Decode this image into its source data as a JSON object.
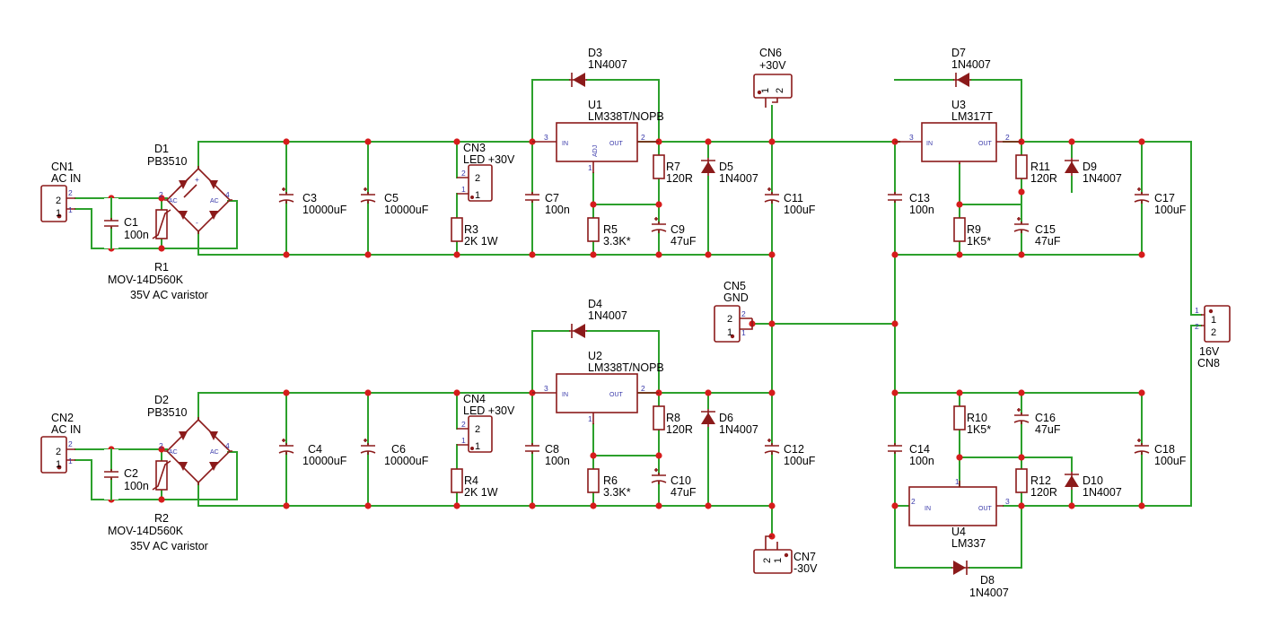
{
  "labels": {
    "cn1_ref": "CN1",
    "cn1_val": "AC IN",
    "cn2_ref": "CN2",
    "cn2_val": "AC IN",
    "d1_ref": "D1",
    "d1_val": "PB3510",
    "d2_ref": "D2",
    "d2_val": "PB3510",
    "c1_ref": "C1",
    "c1_val": "100n",
    "c2_ref": "C2",
    "c2_val": "100n",
    "r1_ref": "R1",
    "r1_val": "MOV-14D560K",
    "r1_note": "35V AC varistor",
    "r2_ref": "R2",
    "r2_val": "MOV-14D560K",
    "r2_note": "35V AC varistor",
    "c3_ref": "C3",
    "c3_val": "10000uF",
    "c4_ref": "C4",
    "c4_val": "10000uF",
    "c5_ref": "C5",
    "c5_val": "10000uF",
    "c6_ref": "C6",
    "c6_val": "10000uF",
    "cn3_ref": "CN3",
    "cn3_val": "LED +30V",
    "cn4_ref": "CN4",
    "cn4_val": "LED +30V",
    "r3_ref": "R3",
    "r3_val": "2K 1W",
    "r4_ref": "R4",
    "r4_val": "2K 1W",
    "c7_ref": "C7",
    "c7_val": "100n",
    "c8_ref": "C8",
    "c8_val": "100n",
    "d3_ref": "D3",
    "d3_val": "1N4007",
    "d4_ref": "D4",
    "d4_val": "1N4007",
    "u1_ref": "U1",
    "u1_val": "LM338T/NOPB",
    "u2_ref": "U2",
    "u2_val": "LM338T/NOPB",
    "r5_ref": "R5",
    "r5_val": "3.3K*",
    "r6_ref": "R6",
    "r6_val": "3.3K*",
    "r7_ref": "R7",
    "r7_val": "120R",
    "r8_ref": "R8",
    "r8_val": "120R",
    "c9_ref": "C9",
    "c9_val": "47uF",
    "c10_ref": "C10",
    "c10_val": "47uF",
    "d5_ref": "D5",
    "d5_val": "1N4007",
    "d6_ref": "D6",
    "d6_val": "1N4007",
    "cn6_ref": "CN6",
    "cn6_val": "+30V",
    "cn5_ref": "CN5",
    "cn5_val": "GND",
    "cn7_ref": "CN7",
    "cn7_val": "-30V",
    "c11_ref": "C11",
    "c11_val": "100uF",
    "c12_ref": "C12",
    "c12_val": "100uF",
    "d7_ref": "D7",
    "d7_val": "1N4007",
    "u3_ref": "U3",
    "u3_val": "LM317T",
    "c13_ref": "C13",
    "c13_val": "100n",
    "c14_ref": "C14",
    "c14_val": "100n",
    "r9_ref": "R9",
    "r9_val": "1K5*",
    "r10_ref": "R10",
    "r10_val": "1K5*",
    "c15_ref": "C15",
    "c15_val": "47uF",
    "c16_ref": "C16",
    "c16_val": "47uF",
    "r11_ref": "R11",
    "r11_val": "120R",
    "r12_ref": "R12",
    "r12_val": "120R",
    "d9_ref": "D9",
    "d9_val": "1N4007",
    "d10_ref": "D10",
    "d10_val": "1N4007",
    "c17_ref": "C17",
    "c17_val": "100uF",
    "c18_ref": "C18",
    "c18_val": "100uF",
    "u4_ref": "U4",
    "u4_val": "LM337",
    "d8_ref": "D8",
    "d8_val": "1N4007",
    "cn8_ref": "CN8",
    "cn8_val": "16V"
  },
  "pins": {
    "in": "IN",
    "out": "OUT",
    "adj": "ADJ",
    "ac": "AC",
    "n1": "1",
    "n2": "2",
    "n3": "3",
    "plus": "+",
    "minus": "-"
  },
  "colors": {
    "wire": "#2ca02c",
    "component": "#8b1a1a",
    "junction": "#d61c1c",
    "pin_text": "#3a3aaa"
  }
}
